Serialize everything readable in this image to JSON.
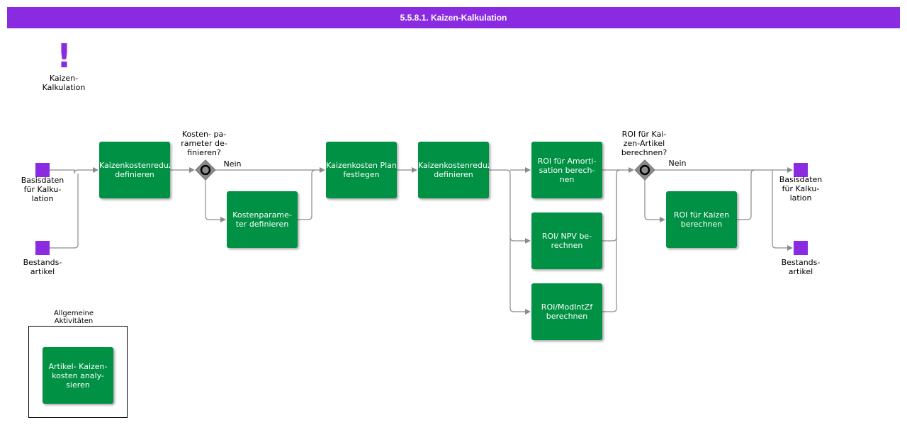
{
  "header": {
    "title": "5.5.8.1. Kaizen-Kalkulation"
  },
  "event": {
    "icon": "exclamation-icon",
    "label": "Kaizen-\nKalkulation"
  },
  "inputs": {
    "basisdaten": "Basisdaten\nfür Kalku-\nlation",
    "bestandsartikel": "Bestands-\nartikel"
  },
  "outputs": {
    "basisdaten": "Basisdaten\nfür Kalku-\nlation",
    "bestandsartikel": "Bestands-\nartikel"
  },
  "gateways": {
    "kostenparameter": {
      "question": "Kosten- pa-\nrameter de-\nfinieren?",
      "branch": "Nein"
    },
    "roi": {
      "question": "ROI für Kai-\nzen-Artikel\nberechnen?",
      "branch": "Nein"
    }
  },
  "tasks": {
    "kaizenkostenreduzierung_1": "Kaizenkostenreduzierung\ndefinieren",
    "kostenparameter": "Kostenparame-\nter definieren",
    "kaizenkosten_plan": "Kaizenkosten Plan\nfestlegen",
    "kaizenkostenreduzierung_2": "Kaizenkostenreduzierung\ndefinieren",
    "roi_amortisation": "ROI für Amorti-\nsation berech-\nnen",
    "roi_npv": "ROI/ NPV be-\nrechnen",
    "roi_modintzf": "ROI/ModIntZf\nberechnen",
    "roi_kaizen": "ROI für Kaizen\nberechnen",
    "artikel_kaizenkosten": "Artikel- Kaizen-\nkosten  analy-\nsieren"
  },
  "group": {
    "label": "Allgemeine\nAktivitäten"
  },
  "colors": {
    "title_bar": "#8a2be2",
    "task": "#009144",
    "data": "#8a2be2",
    "gateway": "#8c8c8c",
    "connector": "#8a8a8a"
  }
}
